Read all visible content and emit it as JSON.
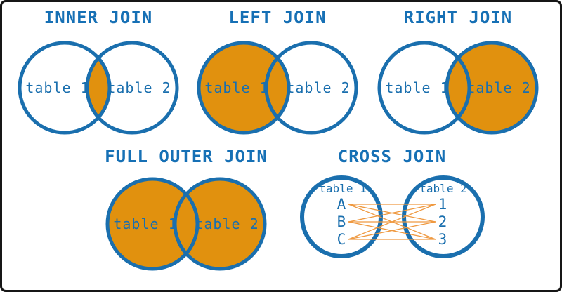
{
  "frame": {
    "border_color": "#161616",
    "background": "#ffffff"
  },
  "colors": {
    "blue": "#1a6fae",
    "title-blue": "#1670b5",
    "orange": "#e1910e",
    "line-orange": "#ef9940",
    "white": "#ffffff"
  },
  "diagrams": {
    "inner": {
      "title": "INNER JOIN",
      "left_label": "table 1",
      "right_label": "table 2",
      "left_fill": "#ffffff",
      "right_fill": "#ffffff",
      "intersection_fill": "#e1910e"
    },
    "left": {
      "title": "LEFT JOIN",
      "left_label": "table 1",
      "right_label": "table 2",
      "left_fill": "#e1910e",
      "right_fill": "#ffffff",
      "intersection_fill": "#e1910e"
    },
    "right": {
      "title": "RIGHT JOIN",
      "left_label": "table 1",
      "right_label": "table 2",
      "left_fill": "#ffffff",
      "right_fill": "#e1910e",
      "intersection_fill": "#e1910e"
    },
    "full_outer": {
      "title": "FULL OUTER JOIN",
      "left_label": "table 1",
      "right_label": "table 2",
      "left_fill": "#e1910e",
      "right_fill": "#e1910e",
      "intersection_fill": "#e1910e"
    },
    "cross": {
      "title": "CROSS JOIN",
      "left_label": "table 1",
      "right_label": "table 2",
      "left_items": [
        "A",
        "B",
        "C"
      ],
      "right_items": [
        "1",
        "2",
        "3"
      ]
    }
  }
}
